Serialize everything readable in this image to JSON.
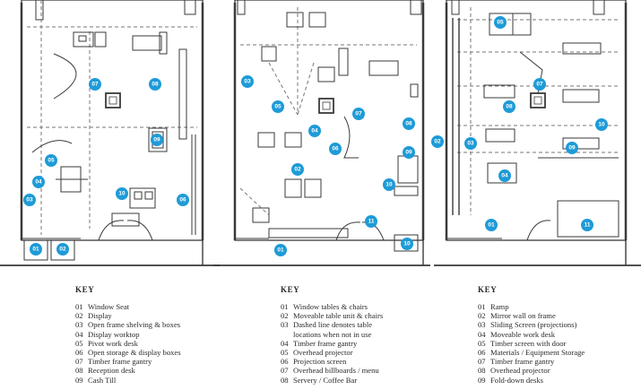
{
  "panels": [
    {
      "key_title": "KEY",
      "markers": [
        "01",
        "02",
        "03",
        "04",
        "05",
        "07",
        "08",
        "09",
        "10",
        "06"
      ],
      "items": [
        {
          "num": "01",
          "label": "Window Seat"
        },
        {
          "num": "02",
          "label": "Display"
        },
        {
          "num": "03",
          "label": "Open frame shelving & boxes"
        },
        {
          "num": "04",
          "label": "Display worktop"
        },
        {
          "num": "05",
          "label": "Pivot work desk"
        },
        {
          "num": "06",
          "label": "Open storage & display boxes"
        },
        {
          "num": "07",
          "label": "Timber frame gantry"
        },
        {
          "num": "08",
          "label": "Reception desk"
        },
        {
          "num": "09",
          "label": "Cash Till"
        }
      ]
    },
    {
      "key_title": "KEY",
      "markers": [
        "03",
        "05",
        "04",
        "06",
        "07",
        "08",
        "09",
        "02",
        "10",
        "11",
        "01",
        "10"
      ],
      "items": [
        {
          "num": "01",
          "label": "Window tables & chairs"
        },
        {
          "num": "02",
          "label": "Moveable table unit & chairs"
        },
        {
          "num": "03",
          "label": "Dashed line denotes table"
        },
        {
          "num": "",
          "label": "locations when not in use"
        },
        {
          "num": "04",
          "label": "Timber frame gantry"
        },
        {
          "num": "05",
          "label": "Overhead projector"
        },
        {
          "num": "06",
          "label": "Projection screen"
        },
        {
          "num": "07",
          "label": "Overhead billboards / menu"
        },
        {
          "num": "08",
          "label": "Servery / Coffee Bar"
        }
      ]
    },
    {
      "key_title": "KEY",
      "markers": [
        "05",
        "07",
        "08",
        "02",
        "03",
        "10",
        "09",
        "04",
        "01",
        "11"
      ],
      "items": [
        {
          "num": "01",
          "label": "Ramp"
        },
        {
          "num": "02",
          "label": "Mirror wall on frame"
        },
        {
          "num": "03",
          "label": "Sliding Screen (projections)"
        },
        {
          "num": "04",
          "label": "Moveable work desk"
        },
        {
          "num": "05",
          "label": "Timber screen with door"
        },
        {
          "num": "06",
          "label": "Materials / Equipment Storage"
        },
        {
          "num": "07",
          "label": "Timber frame gantry"
        },
        {
          "num": "08",
          "label": "Overhead projector"
        },
        {
          "num": "09",
          "label": "Fold-down desks"
        }
      ]
    }
  ]
}
